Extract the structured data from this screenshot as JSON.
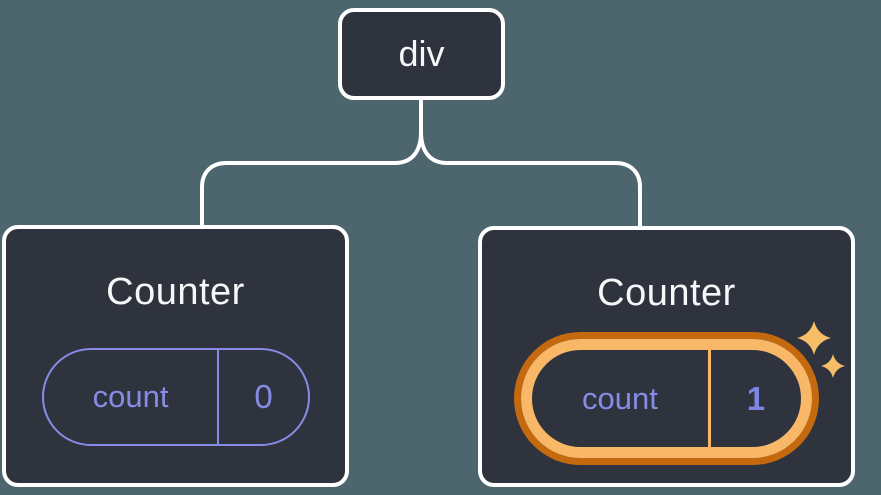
{
  "diagram": {
    "root": {
      "label": "div"
    },
    "children": [
      {
        "title": "Counter",
        "state": {
          "key": "count",
          "value": "0"
        },
        "highlighted": false
      },
      {
        "title": "Counter",
        "state": {
          "key": "count",
          "value": "1"
        },
        "highlighted": true
      }
    ]
  },
  "icons": {
    "sparkle_large": "sparkle-icon",
    "sparkle_small": "sparkle-icon"
  },
  "colors": {
    "background": "#4D666E",
    "node_fill": "#2E333E",
    "node_border": "#FFFFFF",
    "line": "#FFFFFF",
    "title_text": "#F6F7F9",
    "state_purple": "#868CE6",
    "state_value_bold": "#7E85E3",
    "highlight_outer": "#C5690F",
    "highlight_gold": "#F8B868",
    "sparkle": "#F7BD67"
  }
}
